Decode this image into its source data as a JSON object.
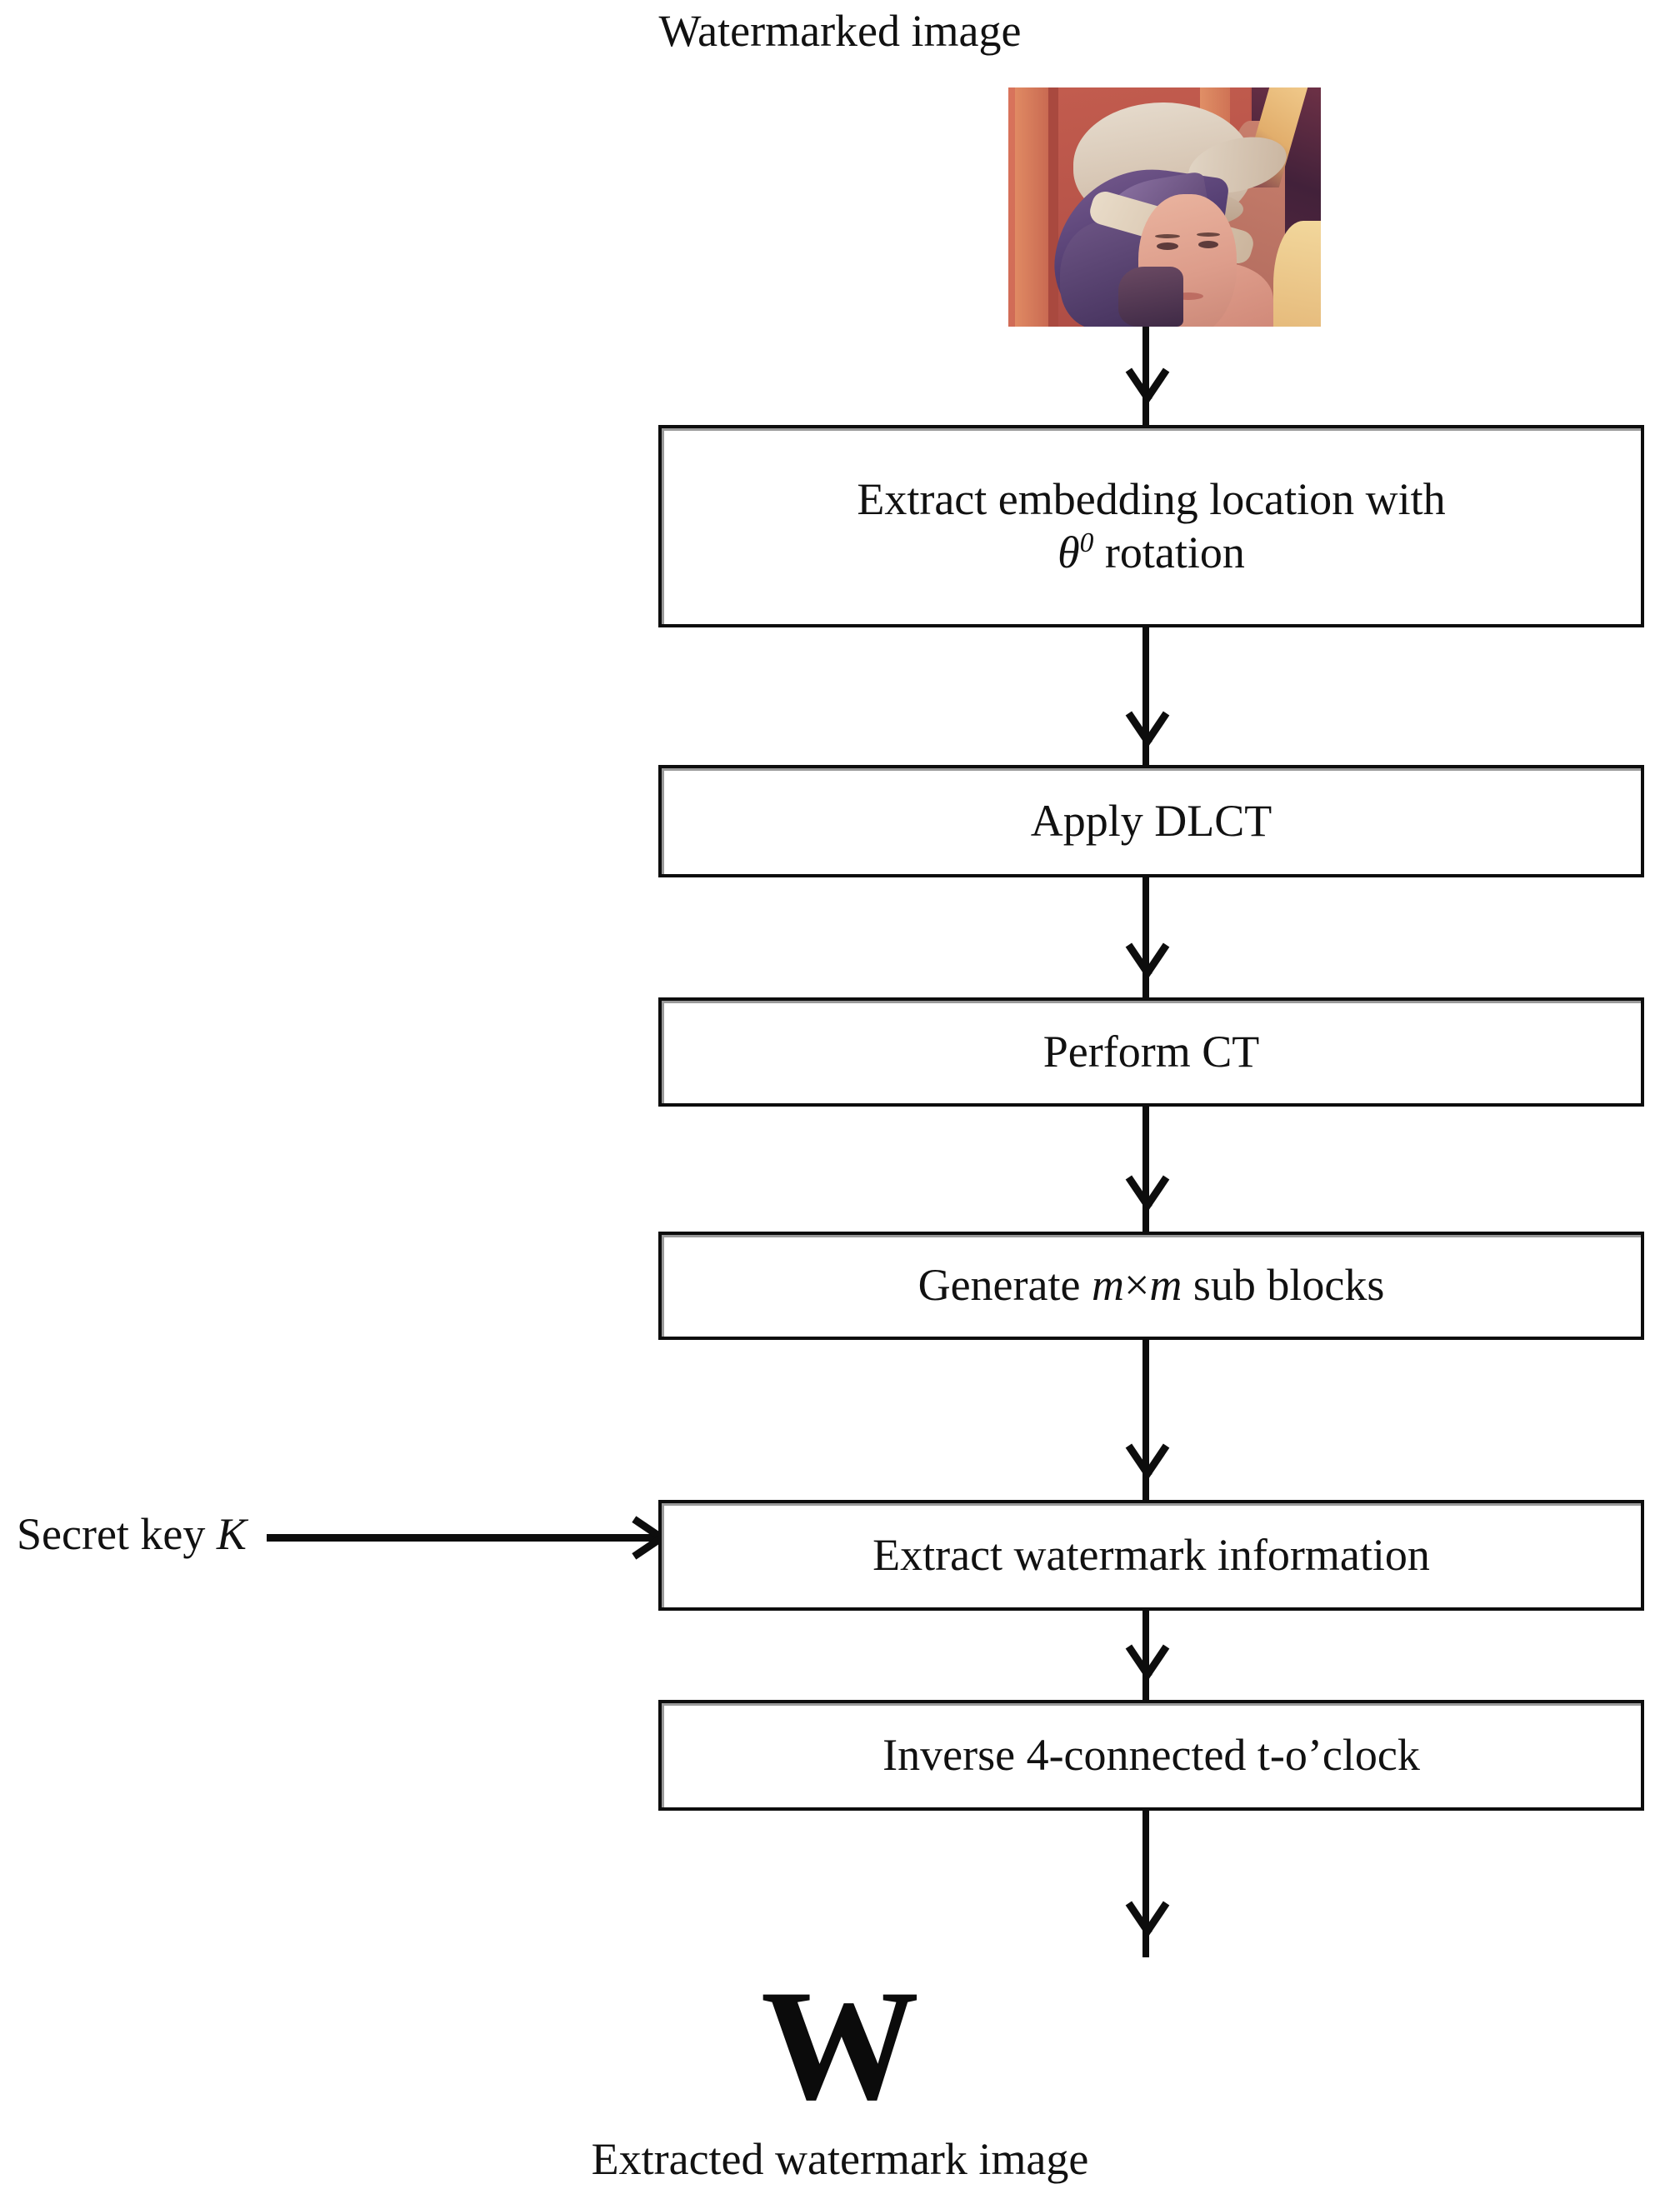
{
  "diagram": {
    "title_top": "Watermarked image",
    "title_bottom": "Extracted watermark image",
    "watermark_glyph": "W",
    "source_image": {
      "name": "lena-watermarked-thumbnail",
      "palette": {
        "background": "#c25c4e",
        "skin": "#e2a390",
        "hat": "#e7ddcf",
        "feather": "#553f73",
        "gold": "#e6bb7c"
      }
    },
    "input_label": "Secret key K",
    "input_label_text": "Secret key ",
    "input_label_symbol": "K",
    "steps": [
      {
        "id": "extract-embedding-location",
        "line1": "Extract embedding location with",
        "line2_symbol": "θ",
        "line2_sup": "0",
        "line2_rest": " rotation"
      },
      {
        "id": "apply-dlct",
        "label": "Apply  DLCT"
      },
      {
        "id": "perform-ct",
        "label": "Perform CT"
      },
      {
        "id": "generate-sub-blocks",
        "prefix": "Generate ",
        "sym1": "m",
        "mid": "×",
        "sym2": "m",
        "suffix": " sub blocks"
      },
      {
        "id": "extract-watermark-information",
        "label": "Extract watermark information"
      },
      {
        "id": "inverse-4-connected",
        "label": "Inverse 4-connected t-o’clock"
      }
    ],
    "colors": {
      "stroke": "#0d0d0d",
      "box_fill": "#ffffff",
      "inner_shadow": "#9a9a9a",
      "text": "#111111"
    }
  }
}
